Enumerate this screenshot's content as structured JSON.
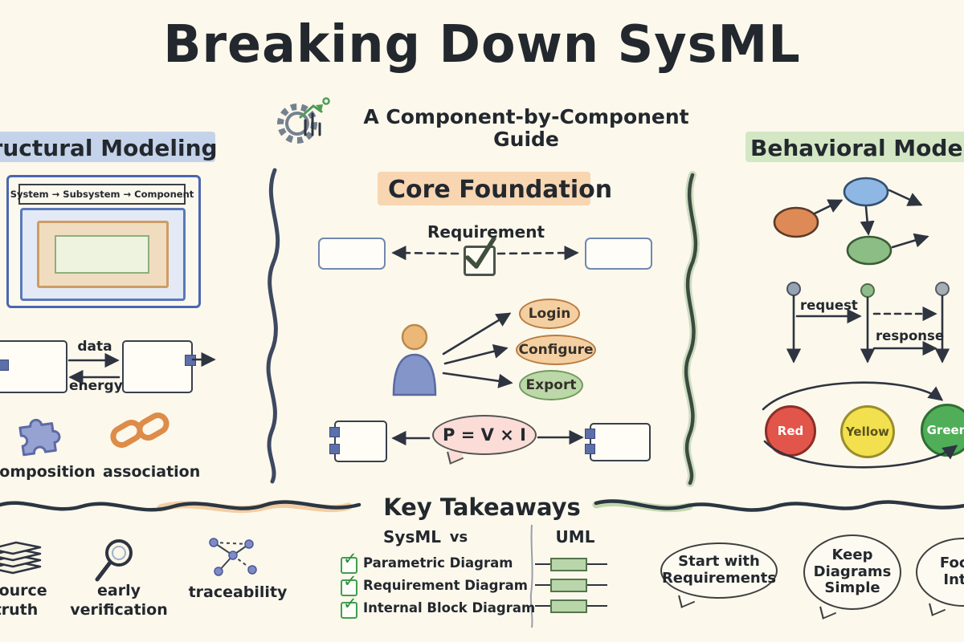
{
  "header": {
    "title": "Breaking Down SysML",
    "subtitle": "A Component-by-Component Guide",
    "logo_icon": "gear-chart-icon"
  },
  "structural": {
    "title": "Structural Modeling",
    "highlight_color": "#b7c9ea",
    "nesting_label": "System → Subsystem → Component",
    "flow_top_label": "data",
    "flow_bottom_label": "energy",
    "relationship_1": {
      "icon": "puzzle-piece-icon",
      "label": "composition"
    },
    "relationship_2": {
      "icon": "chain-link-icon",
      "label": "association"
    }
  },
  "core": {
    "title": "Core Foundation",
    "highlight_color": "#f6cda4",
    "requirement_label": "Requirement",
    "use_case_1": "Login",
    "use_case_2": "Configure",
    "use_case_3": "Export",
    "use_case_colors": {
      "login": "#f4cfa2",
      "configure": "#f4cfa2",
      "export": "#bcd8a8"
    },
    "formula": "P = V × I",
    "formula_fill": "#fbdcd6"
  },
  "behavioral": {
    "title": "Behavioral Modeling",
    "highlight_color": "#c9e2ba",
    "activity_colors": [
      "#dd8a57",
      "#8fb7e3",
      "#8cbd85"
    ],
    "sequence_request_label": "request",
    "sequence_response_label": "response",
    "state_1": {
      "label": "Red",
      "color": "#e2554a"
    },
    "state_2": {
      "label": "Yellow",
      "color": "#f2e04e"
    },
    "state_3": {
      "label": "Green",
      "color": "#4fae57"
    }
  },
  "takeaways": {
    "title": "Key Takeaways",
    "principle_1": {
      "icon": "stacked-papers-icon",
      "line1": "source",
      "line2": "truth"
    },
    "principle_2": {
      "icon": "magnifier-icon",
      "line1": "early",
      "line2": "verification"
    },
    "principle_3": {
      "icon": "trace-network-icon",
      "line1": "traceability"
    },
    "comparison": {
      "left_heading": "SysML",
      "vs_label": "vs",
      "right_heading": "UML",
      "check_glyph": "✓",
      "items": [
        "Parametric Diagram",
        "Requirement Diagram",
        "Internal Block Diagram"
      ]
    },
    "tip_1": "Start with Requirements",
    "tip_2": "Keep Diagrams Simple",
    "tip_3": "Focus Inter"
  }
}
